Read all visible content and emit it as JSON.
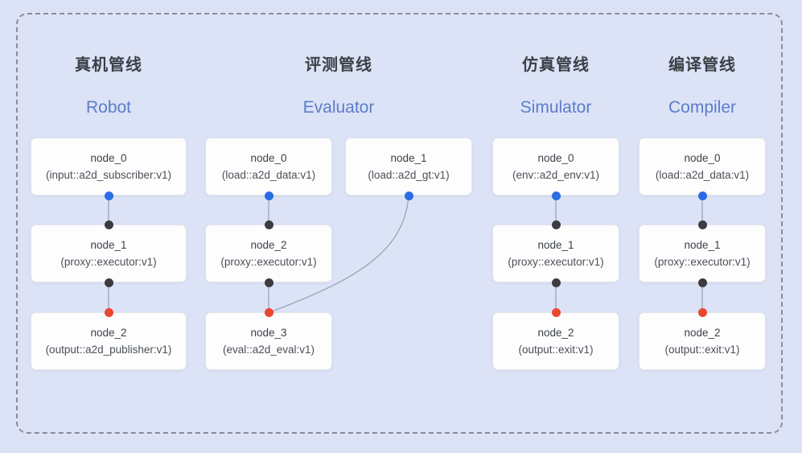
{
  "diagram": {
    "type": "pipeline-dag-overview",
    "frame_style": "dashed-rounded-border",
    "colors": {
      "background": "#dce3f6",
      "frame_dash": "#8b8e98",
      "node_background": "#fdfdfe",
      "node_border": "#e2e4ea",
      "edge_stroke": "#97a0b2",
      "title_cn_color": "#3b4046",
      "title_en_color": "#5c7cc9",
      "port_dot_blue": "#2b6ce4",
      "port_dot_black": "#3b3b40",
      "port_dot_red": "#e8482f"
    },
    "pipelines": [
      {
        "id": "robot",
        "title_cn": "真机管线",
        "title_en": "Robot",
        "nodes": [
          {
            "name": "node_0",
            "type": "(input::a2d_subscriber:v1)"
          },
          {
            "name": "node_1",
            "type": "(proxy::executor:v1)"
          },
          {
            "name": "node_2",
            "type": "(output::a2d_publisher:v1)"
          }
        ],
        "edges": [
          {
            "from": "node_0",
            "to": "node_1"
          },
          {
            "from": "node_1",
            "to": "node_2"
          }
        ]
      },
      {
        "id": "evaluator",
        "title_cn": "评测管线",
        "title_en": "Evaluator",
        "nodes": [
          {
            "name": "node_0",
            "type": "(load::a2d_data:v1)"
          },
          {
            "name": "node_1",
            "type": "(load::a2d_gt:v1)"
          },
          {
            "name": "node_2",
            "type": "(proxy::executor:v1)"
          },
          {
            "name": "node_3",
            "type": "(eval::a2d_eval:v1)"
          }
        ],
        "edges": [
          {
            "from": "node_0",
            "to": "node_2"
          },
          {
            "from": "node_2",
            "to": "node_3"
          },
          {
            "from": "node_1",
            "to": "node_3"
          }
        ]
      },
      {
        "id": "simulator",
        "title_cn": "仿真管线",
        "title_en": "Simulator",
        "nodes": [
          {
            "name": "node_0",
            "type": "(env::a2d_env:v1)"
          },
          {
            "name": "node_1",
            "type": "(proxy::executor:v1)"
          },
          {
            "name": "node_2",
            "type": "(output::exit:v1)"
          }
        ],
        "edges": [
          {
            "from": "node_0",
            "to": "node_1"
          },
          {
            "from": "node_1",
            "to": "node_2"
          }
        ]
      },
      {
        "id": "compiler",
        "title_cn": "编译管线",
        "title_en": "Compiler",
        "nodes": [
          {
            "name": "node_0",
            "type": "(load::a2d_data:v1)"
          },
          {
            "name": "node_1",
            "type": "(proxy::executor:v1)"
          },
          {
            "name": "node_2",
            "type": "(output::exit:v1)"
          }
        ],
        "edges": [
          {
            "from": "node_0",
            "to": "node_1"
          },
          {
            "from": "node_1",
            "to": "node_2"
          }
        ]
      }
    ]
  }
}
